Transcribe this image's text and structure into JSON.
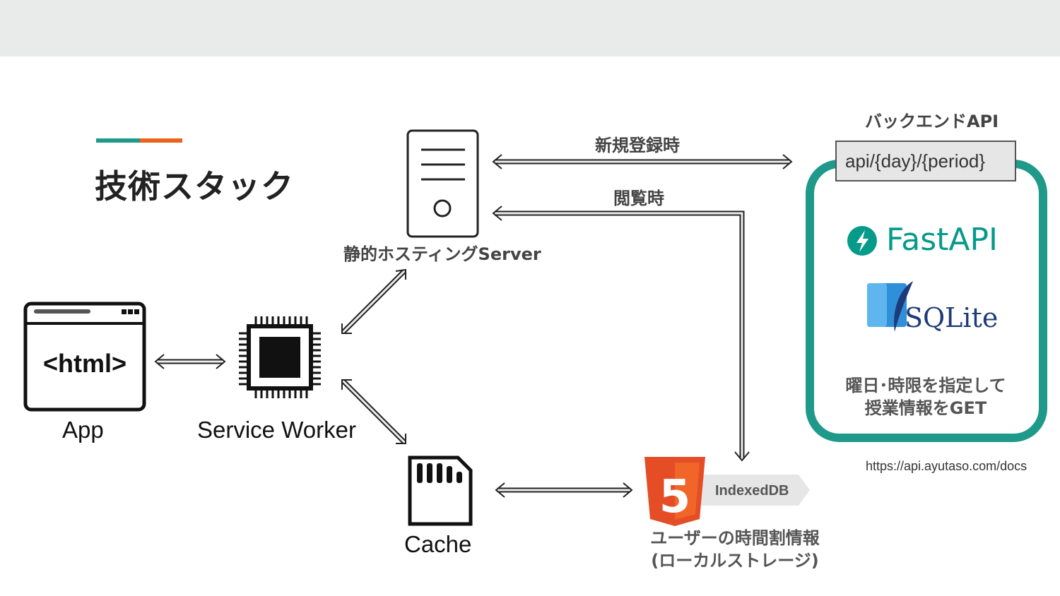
{
  "title": "技術スタック",
  "nodes": {
    "app": {
      "html_label": "<html>",
      "label": "App"
    },
    "service_worker": {
      "label": "Service Worker"
    },
    "static_server": {
      "label": "静的ホスティングServer"
    },
    "cache": {
      "label": "Cache"
    },
    "indexeddb": {
      "badge": "IndexedDB",
      "desc_line1": "ユーザーの時間割情報",
      "desc_line2": "(ローカルストレージ)"
    },
    "backend": {
      "heading": "バックエンドAPI",
      "endpoint": "api/{day}/{period}",
      "framework": "FastAPI",
      "database": "SQLite",
      "desc_line1": "曜日･時限を指定して",
      "desc_line2": "授業情報をGET",
      "docs_url": "https://api.ayutaso.com/docs"
    }
  },
  "edges": {
    "register": "新規登録時",
    "browse": "閲覧時"
  },
  "colors": {
    "teal": "#1f9a8a",
    "orange": "#e8631c",
    "html5": "#e44d26"
  }
}
